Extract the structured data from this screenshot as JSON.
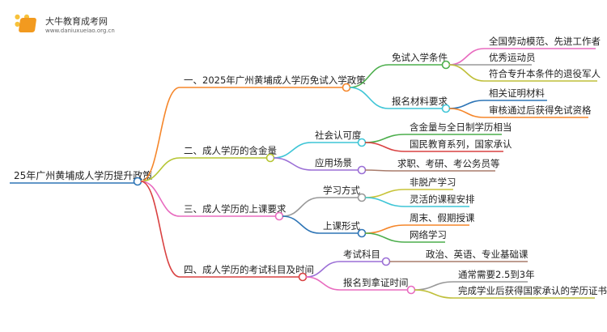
{
  "logo": {
    "title": "大牛教育成考网",
    "url": "www.daniuxueiao.org.cn"
  },
  "root": "25年广州黄埔成人学历提升政策",
  "branches": [
    {
      "label": "一、2025年广州黄埔成人学历免试入学政策",
      "children": [
        {
          "label": "免试入学条件",
          "leaves": [
            "全国劳动模范、先进工作者",
            "优秀运动员",
            "符合专升本条件的退役军人"
          ]
        },
        {
          "label": "报名材料要求",
          "leaves": [
            "相关证明材料",
            "审核通过后获得免试资格"
          ]
        }
      ]
    },
    {
      "label": "二、成人学历的含金量",
      "children": [
        {
          "label": "社会认可度",
          "leaves": [
            "含金量与全日制学历相当",
            "国民教育系列，国家承认"
          ]
        },
        {
          "label": "应用场景",
          "leaves": [
            "求职、考研、考公务员等"
          ]
        }
      ]
    },
    {
      "label": "三、成人学历的上课要求",
      "children": [
        {
          "label": "学习方式",
          "leaves": [
            "非脱产学习",
            "灵活的课程安排"
          ]
        },
        {
          "label": "上课形式",
          "leaves": [
            "周末、假期授课",
            "网络学习"
          ]
        }
      ]
    },
    {
      "label": "四、成人学历的考试科目及时间",
      "children": [
        {
          "label": "考试科目",
          "leaves": [
            "政治、英语、专业基础课"
          ]
        },
        {
          "label": "报名到拿证时间",
          "leaves": [
            "通常需要2.5到3年",
            "完成学业后获得国家承认的学历证书"
          ]
        }
      ]
    }
  ]
}
